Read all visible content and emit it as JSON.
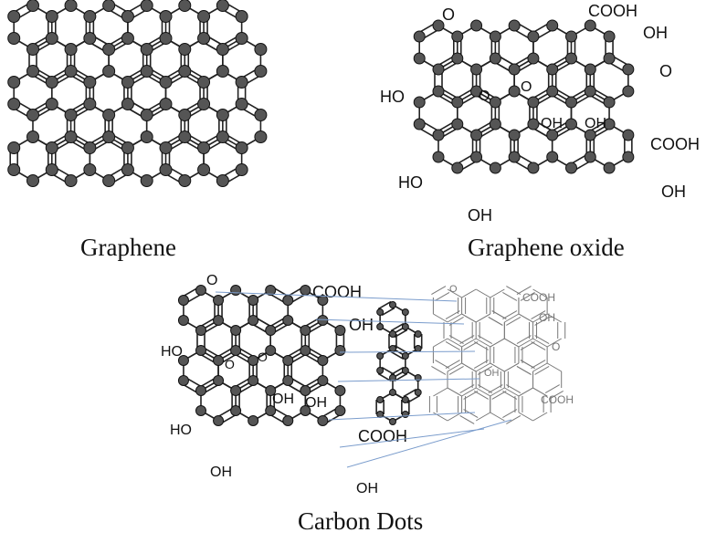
{
  "captions": {
    "graphene": "Graphene",
    "graphene_oxide": "Graphene oxide",
    "carbon_dots": "Carbon Dots"
  },
  "groups": {
    "carbonyl": "O",
    "carboxyl": "COOH",
    "hydroxyl": "OH",
    "hydroxyl_left": "HO"
  },
  "colors": {
    "atom": "#555555",
    "bond": "#222222",
    "link_line": "#7a9ccc",
    "faded": "#777777"
  }
}
